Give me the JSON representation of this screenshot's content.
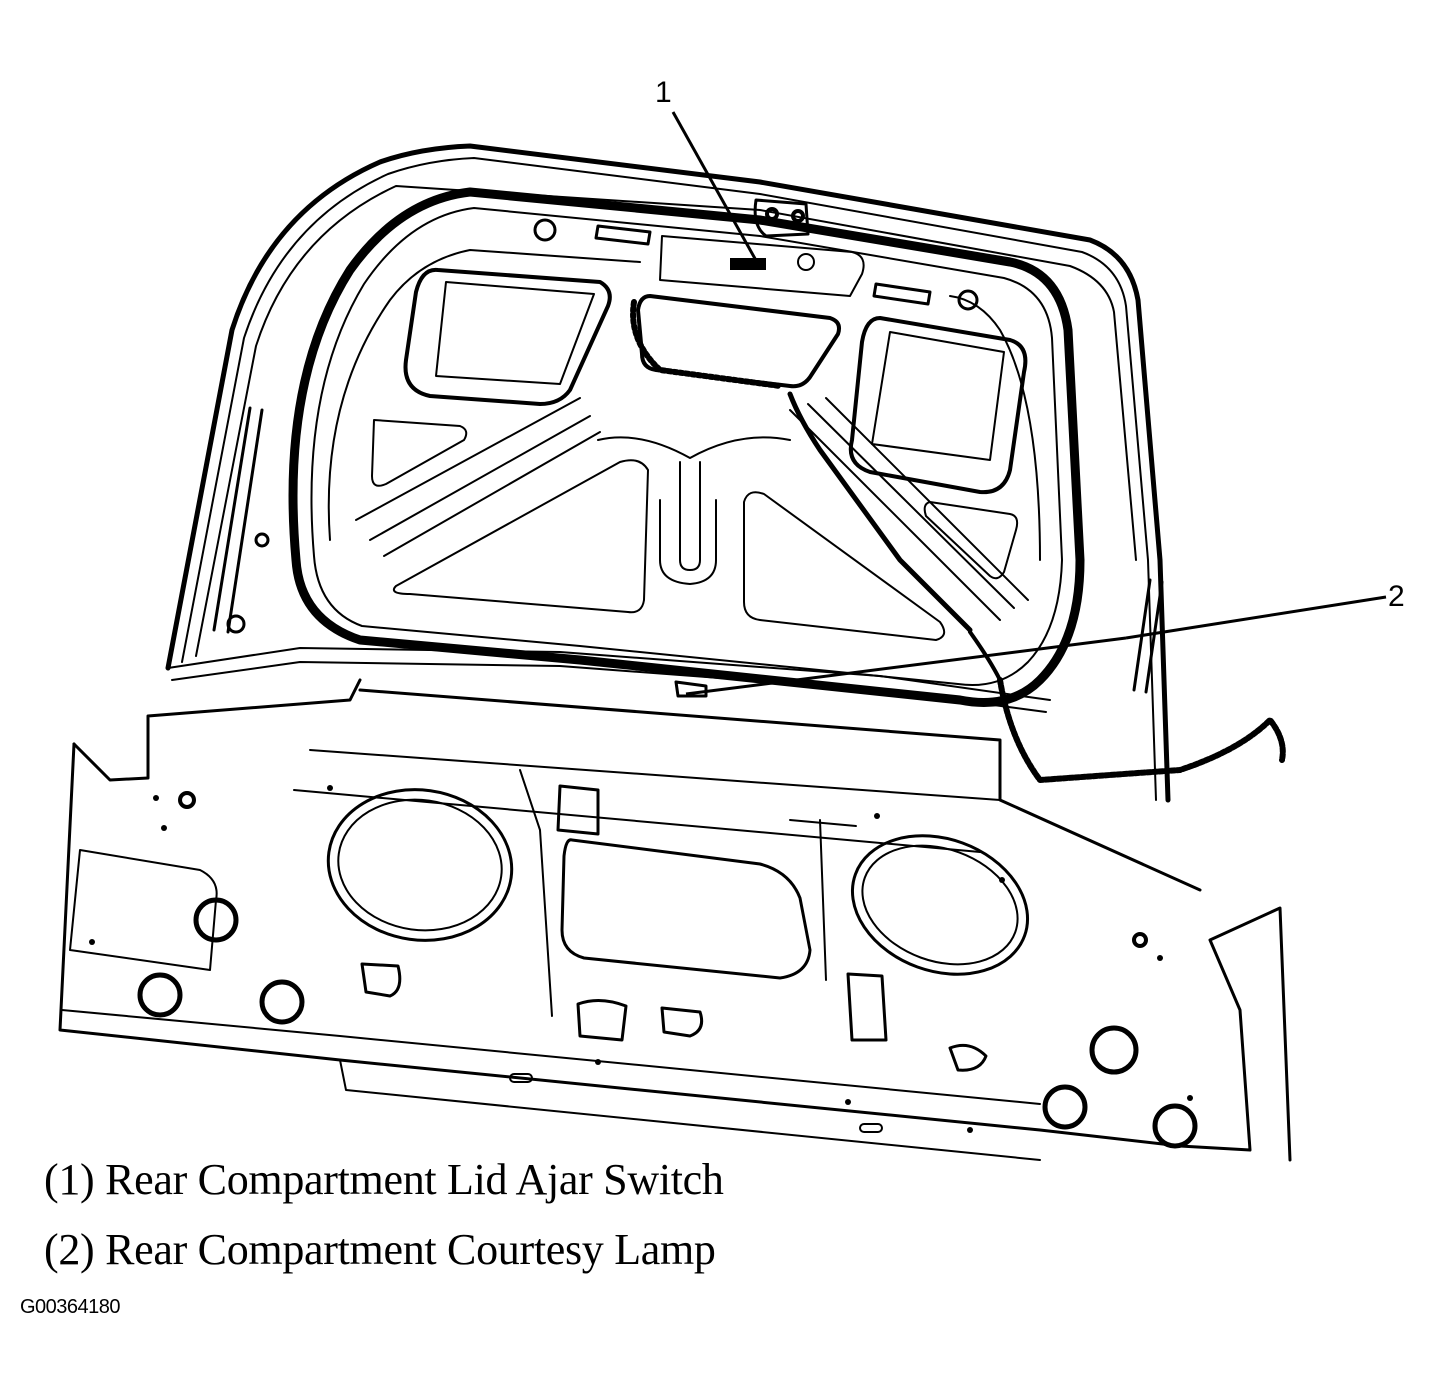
{
  "figure": {
    "id": "G00364180",
    "background": "#ffffff",
    "ink": "#000000"
  },
  "callouts": [
    {
      "number": "1",
      "target": "Rear Compartment Lid Ajar Switch"
    },
    {
      "number": "2",
      "target": "Rear Compartment Courtesy Lamp"
    }
  ],
  "legend": [
    {
      "label": "(1) Rear Compartment Lid Ajar Switch"
    },
    {
      "label": "(2) Rear Compartment Courtesy Lamp"
    }
  ]
}
